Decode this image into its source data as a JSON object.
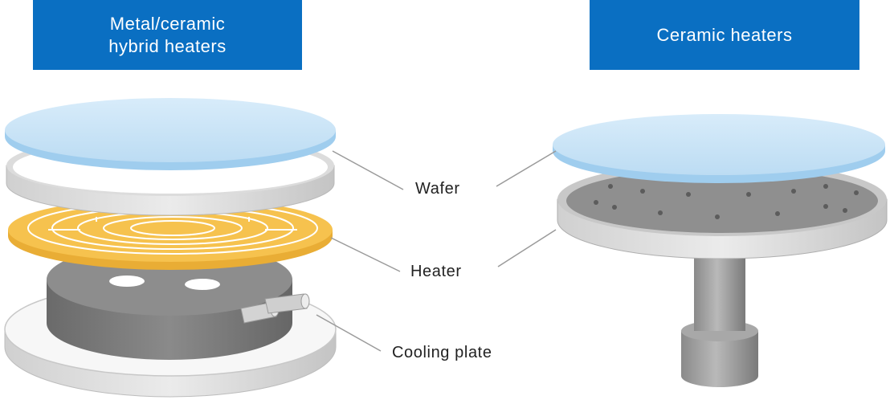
{
  "headers": {
    "left_line1": "Metal/ceramic",
    "left_line2": "hybrid heaters",
    "right": "Ceramic heaters"
  },
  "labels": {
    "wafer": "Wafer",
    "heater": "Heater",
    "cooling_plate": "Cooling plate"
  },
  "colors": {
    "header_bg": "#0a6fc2",
    "wafer": "#cfe6f7",
    "heater": "#f6c24e",
    "cooling_plate": "#7f7f7f",
    "ceramic": "#c9c9c9"
  }
}
